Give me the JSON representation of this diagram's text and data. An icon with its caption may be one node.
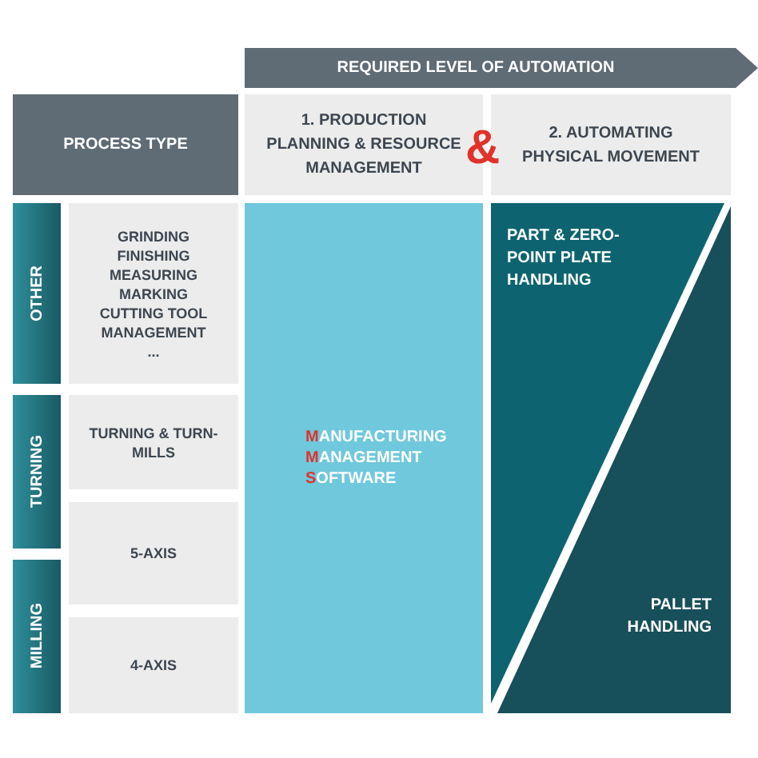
{
  "diagram": {
    "nodes": [
      {
        "text": [
          "REQUIRED LEVEL OF AUTOMATION"
        ]
      },
      {
        "text": [
          "PROCESS TYPE"
        ]
      },
      {
        "text": [
          "1. PRODUCTION PLANNING & RESOURCE MANAGEMENT"
        ]
      },
      {
        "text": [
          "2. AUTOMATING PHYSICAL MOVEMENT"
        ]
      },
      {
        "text": [
          "OTHER"
        ]
      },
      {
        "text": [
          "TURNING"
        ]
      },
      {
        "text": [
          "MILLING"
        ]
      },
      {
        "text": [
          "GRINDING",
          "FINISHING",
          "MEASURING",
          "MARKING",
          "CUTTING TOOL MANAGEMENT",
          "..."
        ]
      },
      {
        "text": [
          "TURNING & TURN-MILLS"
        ]
      },
      {
        "text": [
          "5-AXIS"
        ]
      },
      {
        "text": [
          "4-AXIS"
        ]
      },
      {
        "text": [
          "MANUFACTURING MANAGEMENT SOFTWARE"
        ]
      },
      {
        "text": [
          "PART & ZERO-POINT PLATE HANDLING"
        ]
      },
      {
        "text": [
          "PALLET HANDLING"
        ]
      }
    ],
    "labels": [
      "&"
    ]
  }
}
